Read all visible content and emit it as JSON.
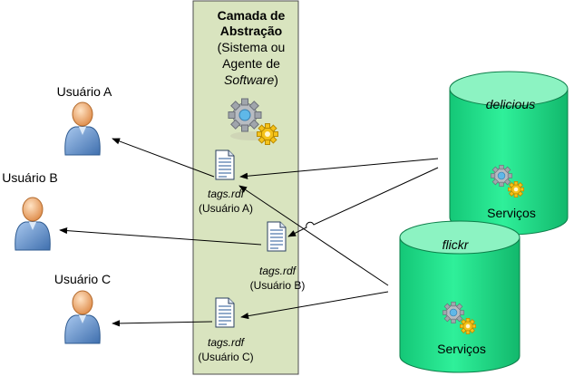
{
  "layer": {
    "title_line1": "Camada de",
    "title_line2": "Abstração",
    "desc_line1": "(Sistema ou",
    "desc_line2": "Agente de",
    "desc_line3_italic": "Software",
    "desc_line3_end": ")",
    "icon": "gears-icon",
    "fill_color": "#d9e4bf"
  },
  "users": [
    {
      "label": "Usuário A",
      "icon": "user-icon"
    },
    {
      "label": "Usuário B",
      "icon": "user-icon"
    },
    {
      "label": "Usuário C",
      "icon": "user-icon"
    }
  ],
  "documents": [
    {
      "file": "tags.rdf",
      "owner": "(Usuário A)",
      "icon": "document-icon"
    },
    {
      "file": "tags.rdf",
      "owner": "(Usuário B)",
      "icon": "document-icon"
    },
    {
      "file": "tags.rdf",
      "owner": "(Usuário C)",
      "icon": "document-icon"
    }
  ],
  "services": [
    {
      "name": "delicious",
      "caption": "Serviços",
      "icon": "gears-icon"
    },
    {
      "name": "flickr",
      "caption": "Serviços",
      "icon": "gears-icon"
    }
  ],
  "colors": {
    "cylinder_fill": "#22e08a",
    "cylinder_top": "#7ef2b9",
    "user_body": "#6f9ad0",
    "user_head": "#f2b47a"
  }
}
